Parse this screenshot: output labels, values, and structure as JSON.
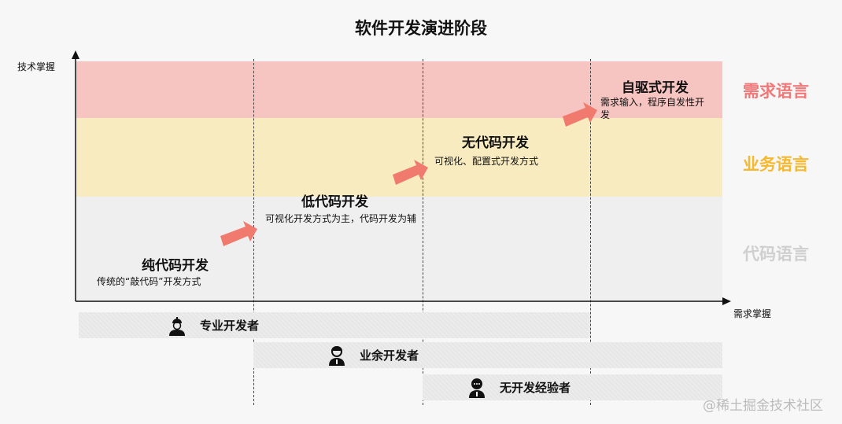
{
  "title": "软件开发演进阶段",
  "axes": {
    "y_label": "技术掌握",
    "x_label": "需求掌握"
  },
  "languages": [
    {
      "label": "需求语言",
      "color": "#f07878"
    },
    {
      "label": "业务语言",
      "color": "#f5b82e"
    },
    {
      "label": "代码语言",
      "color": "#cfcfcf"
    }
  ],
  "stages": [
    {
      "title": "纯代码开发",
      "desc": "传统的“敲代码”开发方式"
    },
    {
      "title": "低代码开发",
      "desc": "可视化开发方式为主，代码开发为辅"
    },
    {
      "title": "无代码开发",
      "desc": "可视化、配置式开发方式"
    },
    {
      "title": "自驱式开发",
      "desc": "需求输入，程序自发性开发"
    }
  ],
  "roles": [
    {
      "label": "专业开发者",
      "icon": "worker-helmet-icon"
    },
    {
      "label": "业余开发者",
      "icon": "person-icon"
    },
    {
      "label": "无开发经验者",
      "icon": "person-chat-icon"
    }
  ],
  "watermark": "@稀土掘金技术社区"
}
